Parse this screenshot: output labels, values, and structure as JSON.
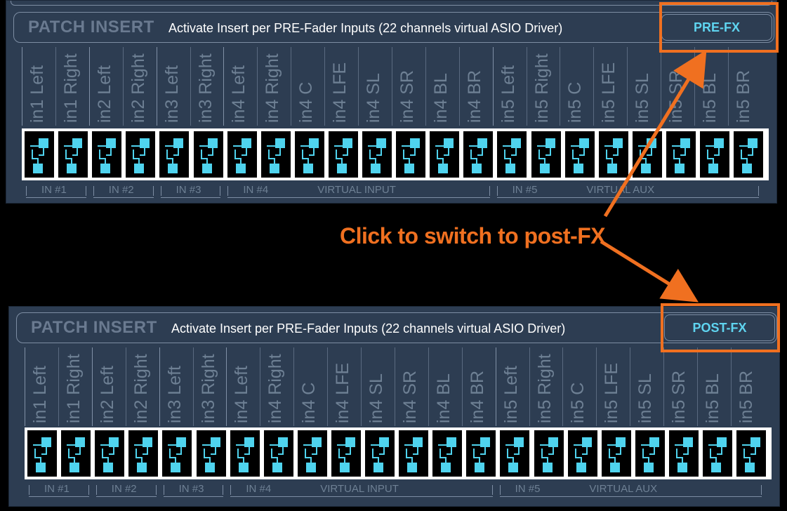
{
  "top_panel": {
    "title": "PATCH INSERT",
    "description": "Activate Insert per PRE-Fader Inputs (22 channels virtual ASIO Driver)",
    "mode_button": "PRE-FX"
  },
  "bottom_panel": {
    "title": "PATCH INSERT",
    "description": "Activate Insert per PRE-Fader Inputs (22 channels virtual ASIO Driver)",
    "mode_button": "POST-FX"
  },
  "channels": [
    "in1 Left",
    "in1 Right",
    "in2 Left",
    "in2 Right",
    "in3 Left",
    "in3 Right",
    "in4 Left",
    "in4 Right",
    "in4 C",
    "in4 LFE",
    "in4 SL",
    "in4 SR",
    "in4 BL",
    "in4 BR",
    "in5 Left",
    "in5 Right",
    "in5 C",
    "in5 LFE",
    "in5 SL",
    "in5 SR",
    "in5 BL",
    "in5 BR"
  ],
  "groups": [
    "IN #1",
    "IN #2",
    "IN #3",
    "IN #4",
    "VIRTUAL INPUT",
    "IN #5",
    "VIRTUAL AUX"
  ],
  "annotation": "Click to switch to post-FX",
  "colors": {
    "accent": "#f07020",
    "cyan": "#4fd3ee",
    "panel": "#2d3d52"
  }
}
